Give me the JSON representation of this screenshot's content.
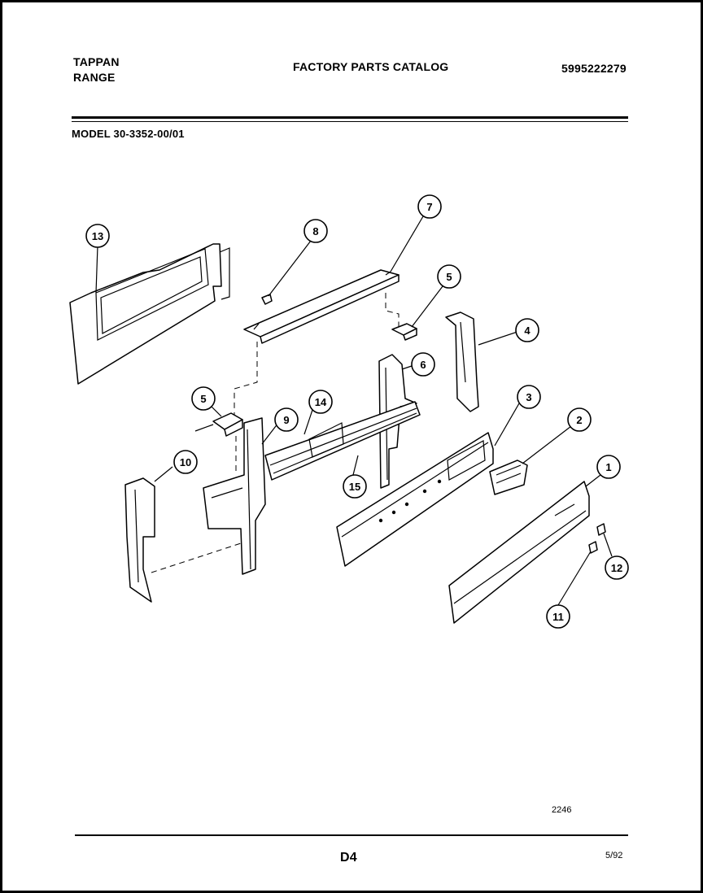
{
  "header": {
    "brand_line1": "TAPPAN",
    "brand_line2": "RANGE",
    "title": "FACTORY PARTS CATALOG",
    "catalog_number": "5995222279",
    "model": "MODEL 30-3352-00/01"
  },
  "footer": {
    "drawing_number": "2246",
    "page": "D4",
    "date": "5/92"
  },
  "callouts": [
    "13",
    "8",
    "7",
    "5",
    "4",
    "6",
    "5",
    "14",
    "9",
    "3",
    "2",
    "10",
    "1",
    "15",
    "12",
    "11"
  ]
}
